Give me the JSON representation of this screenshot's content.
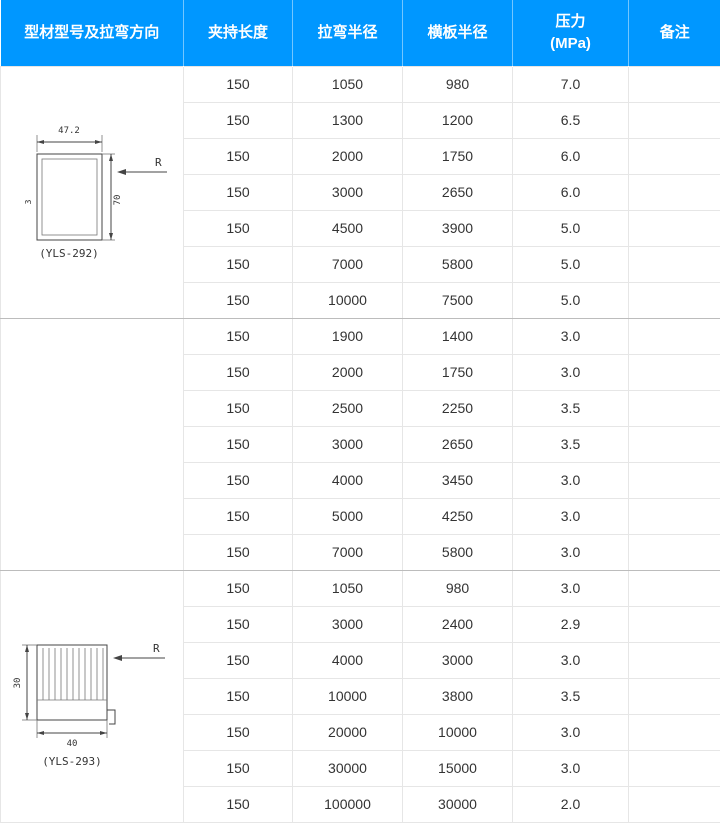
{
  "header": {
    "profile": "型材型号及拉弯方向",
    "clamp_length": "夹持长度",
    "bend_radius": "拉弯半径",
    "plate_radius": "横板半径",
    "pressure_line1": "压力",
    "pressure_line2": "(MPa)",
    "remark": "备注"
  },
  "colors": {
    "header_bg": "#0097ff",
    "header_text": "#ffffff",
    "row_border": "#e6e6e6",
    "section_border": "#bcbcbc",
    "body_text": "#333333"
  },
  "sections": [
    {
      "drawing": {
        "label": "(YLS-292)",
        "dim_top": "47.2",
        "dim_wall": "3",
        "dim_right": "70",
        "radius_label": "R"
      },
      "rows": [
        [
          "150",
          "1050",
          "980",
          "7.0",
          ""
        ],
        [
          "150",
          "1300",
          "1200",
          "6.5",
          ""
        ],
        [
          "150",
          "2000",
          "1750",
          "6.0",
          ""
        ],
        [
          "150",
          "3000",
          "2650",
          "6.0",
          ""
        ],
        [
          "150",
          "4500",
          "3900",
          "5.0",
          ""
        ],
        [
          "150",
          "7000",
          "5800",
          "5.0",
          ""
        ],
        [
          "150",
          "10000",
          "7500",
          "5.0",
          ""
        ]
      ]
    },
    {
      "drawing": null,
      "rows": [
        [
          "150",
          "1900",
          "1400",
          "3.0",
          ""
        ],
        [
          "150",
          "2000",
          "1750",
          "3.0",
          ""
        ],
        [
          "150",
          "2500",
          "2250",
          "3.5",
          ""
        ],
        [
          "150",
          "3000",
          "2650",
          "3.5",
          ""
        ],
        [
          "150",
          "4000",
          "3450",
          "3.0",
          ""
        ],
        [
          "150",
          "5000",
          "4250",
          "3.0",
          ""
        ],
        [
          "150",
          "7000",
          "5800",
          "3.0",
          ""
        ]
      ]
    },
    {
      "drawing": {
        "label": "(YLS-293)",
        "dim_left": "30",
        "dim_bottom": "40",
        "radius_label": "R"
      },
      "rows": [
        [
          "150",
          "1050",
          "980",
          "3.0",
          ""
        ],
        [
          "150",
          "3000",
          "2400",
          "2.9",
          ""
        ],
        [
          "150",
          "4000",
          "3000",
          "3.0",
          ""
        ],
        [
          "150",
          "10000",
          "3800",
          "3.5",
          ""
        ],
        [
          "150",
          "20000",
          "10000",
          "3.0",
          ""
        ],
        [
          "150",
          "30000",
          "15000",
          "3.0",
          ""
        ],
        [
          "150",
          "100000",
          "30000",
          "2.0",
          ""
        ]
      ]
    }
  ]
}
